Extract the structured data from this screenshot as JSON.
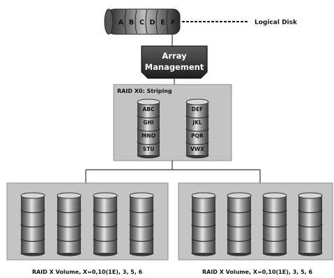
{
  "logical_disk": {
    "segments": [
      "A",
      "B",
      "C",
      "D",
      "E",
      "F"
    ],
    "label": "Logical Disk"
  },
  "array_management": {
    "line1": "Array",
    "line2": "Management"
  },
  "raid0_panel": {
    "title": "RAID X0: Striping",
    "stack_left": [
      "ABC",
      "GHI",
      "MNO",
      "STU"
    ],
    "stack_right": [
      "DEF",
      "JKL",
      "PQR",
      "VWX"
    ]
  },
  "volumes": [
    {
      "caption": "RAID X Volume, X=0,10(1E), 3, 5, 6",
      "disk_count": 4
    },
    {
      "caption": "RAID X Volume, X=0,10(1E), 3, 5, 6",
      "disk_count": 4
    }
  ],
  "colors": {
    "panel_fill": "#c4c4c4",
    "panel_border": "#8c8c8c",
    "disk_dark": "#474747",
    "disk_light": "#e2e2e2",
    "management_fill": "#2c2c2c"
  }
}
